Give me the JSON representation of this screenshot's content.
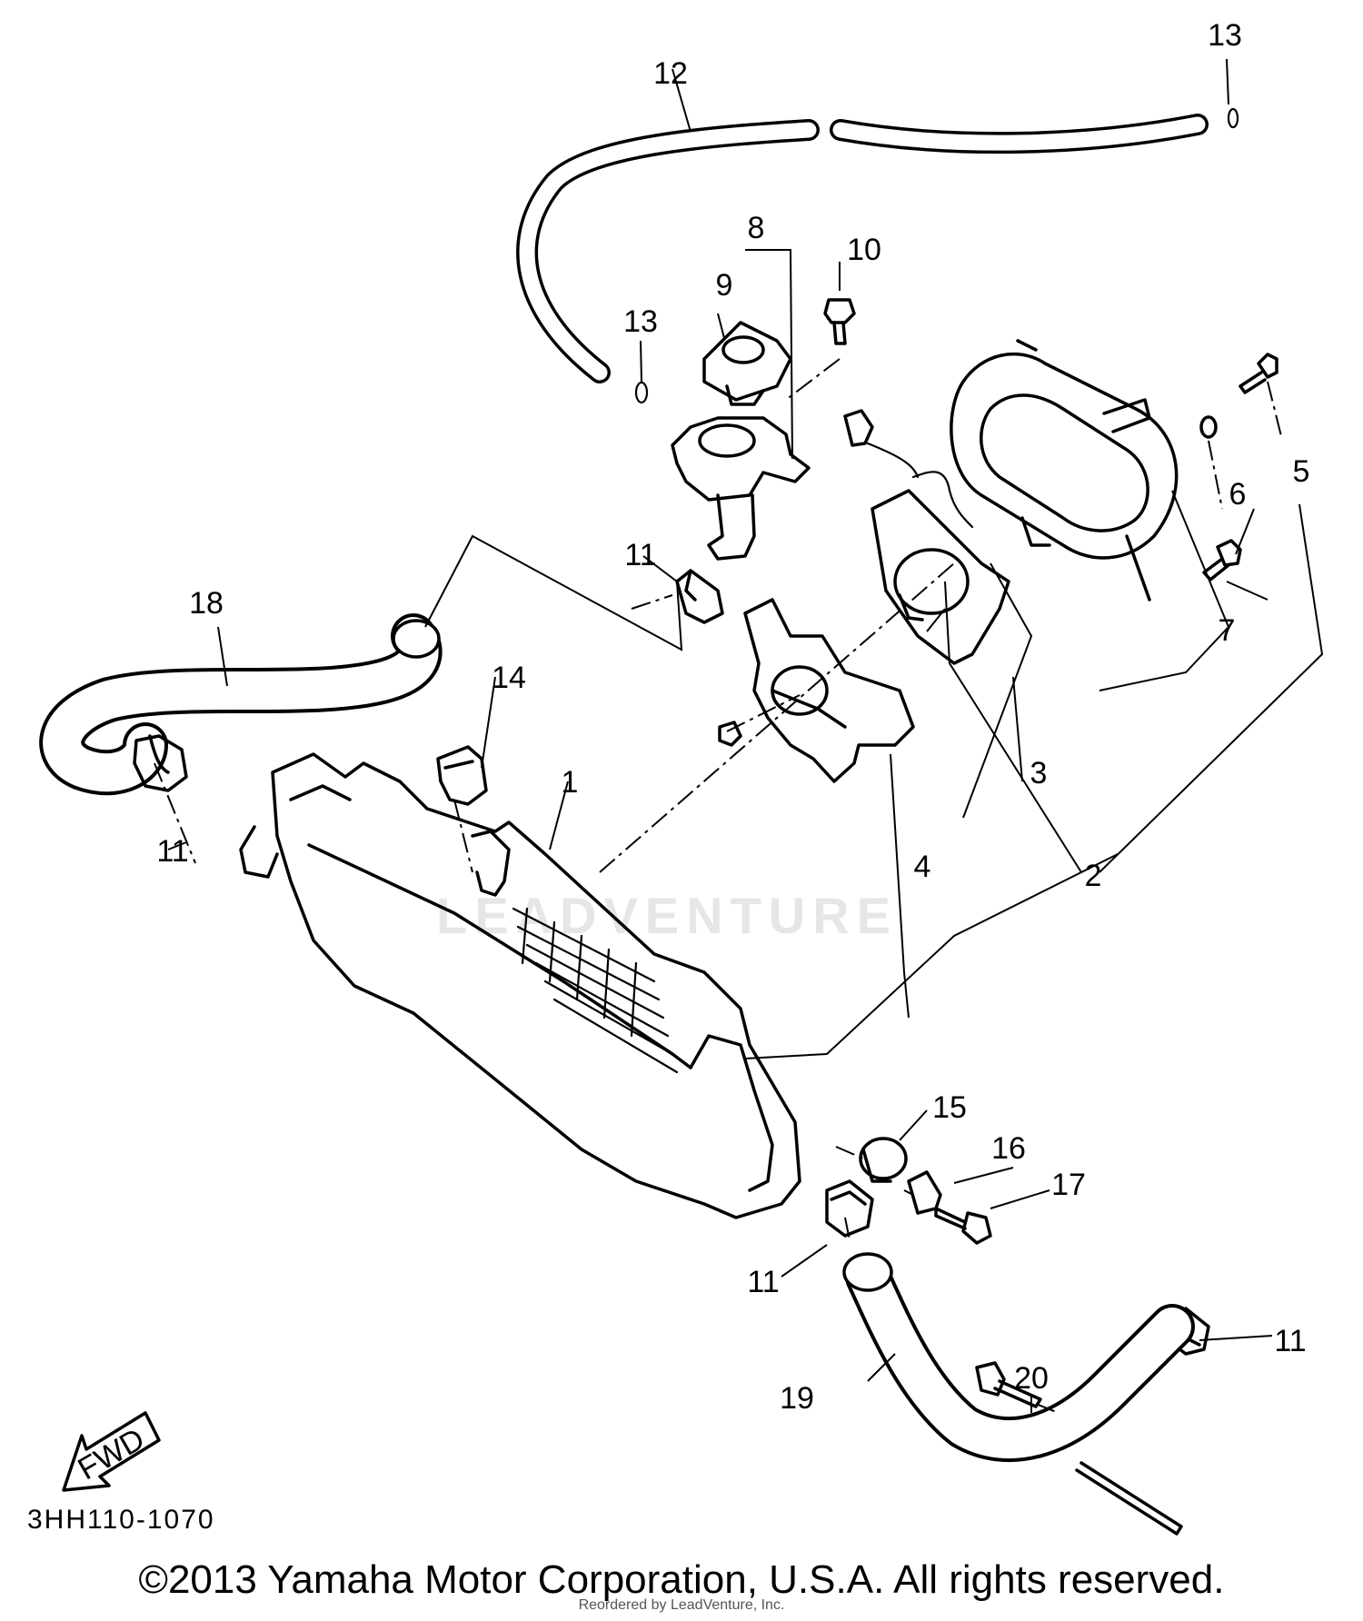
{
  "callouts": {
    "c1": "1",
    "c2": "2",
    "c3": "3",
    "c4": "4",
    "c5": "5",
    "c6": "6",
    "c7": "7",
    "c8": "8",
    "c9": "9",
    "c10": "10",
    "c11a": "11",
    "c11b": "11",
    "c11c": "11",
    "c11d": "11",
    "c12": "12",
    "c13a": "13",
    "c13b": "13",
    "c14": "14",
    "c15": "15",
    "c16": "16",
    "c17": "17",
    "c18": "18",
    "c19": "19",
    "c20": "20"
  },
  "fwd_label": "FWD",
  "document_number": "3HH110-1070",
  "watermark": "LEADVENTURE",
  "copyright": "©2013 Yamaha Motor Corporation, U.S.A. All rights reserved.",
  "reorder_note": "Reordered by LeadVenture, Inc."
}
